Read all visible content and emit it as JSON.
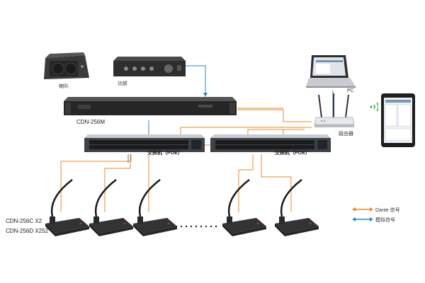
{
  "labels": {
    "speaker": "喇叭",
    "amplifier": "功放",
    "pc": "PC",
    "router": "路由器",
    "processor": "CDN-256M",
    "switch_left": "交换机（POE）",
    "switch_right": "交换机（POE）",
    "model_c": "CDN-256C  X2",
    "model_d": "CDN-256D  X252"
  },
  "legend": {
    "dante": "Dante 信号",
    "analog": "模拟信号"
  },
  "colors": {
    "dante": "#e8892b",
    "analog": "#2e86c8",
    "device_dark": "#2b2b2b",
    "wifi": "#3cb34a"
  },
  "icons": {
    "wifi": "wifi-icon"
  }
}
